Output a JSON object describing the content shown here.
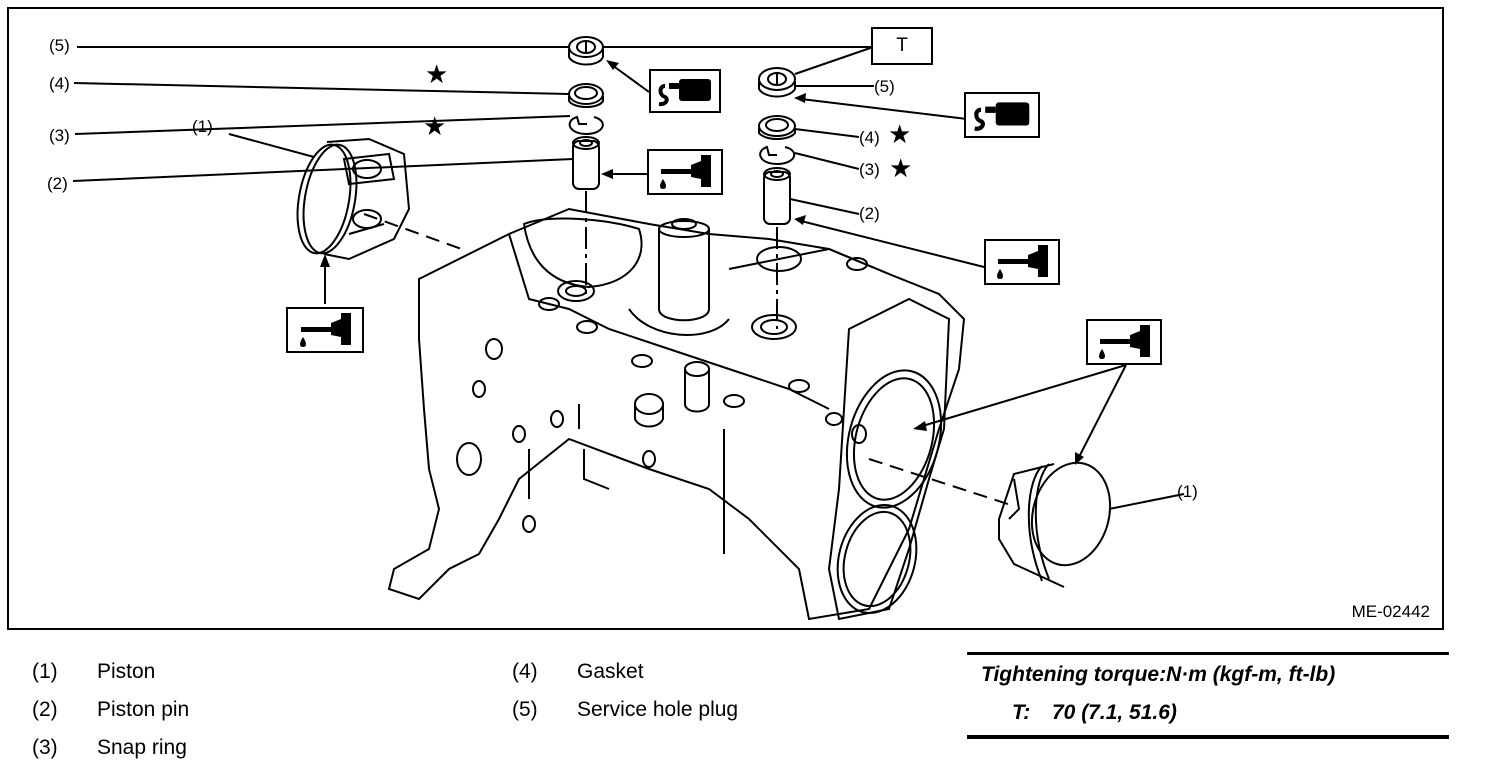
{
  "figure": {
    "id": "ME-02442",
    "callouts": {
      "left_piston": "(1)",
      "right_piston": "(1)",
      "left_pin": "(2)",
      "right_pin": "(2)",
      "left_snap_ring": "(3)",
      "right_snap_ring": "(3)",
      "left_gasket": "(4)",
      "right_gasket": "(4)",
      "left_plug": "(5)",
      "right_plug": "(5)",
      "torque_box": "T"
    },
    "star_symbol": "★",
    "icons": [
      "sealant-icon",
      "engine-oil-icon"
    ]
  },
  "legend": [
    {
      "num": "(1)",
      "label": "Piston"
    },
    {
      "num": "(2)",
      "label": "Piston pin"
    },
    {
      "num": "(3)",
      "label": "Snap ring"
    },
    {
      "num": "(4)",
      "label": "Gasket"
    },
    {
      "num": "(5)",
      "label": "Service hole plug"
    }
  ],
  "torque": {
    "heading": "Tightening torque:N·m (kgf-m, ft-lb)",
    "code": "T:",
    "value": "70 (7.1, 51.6)"
  }
}
